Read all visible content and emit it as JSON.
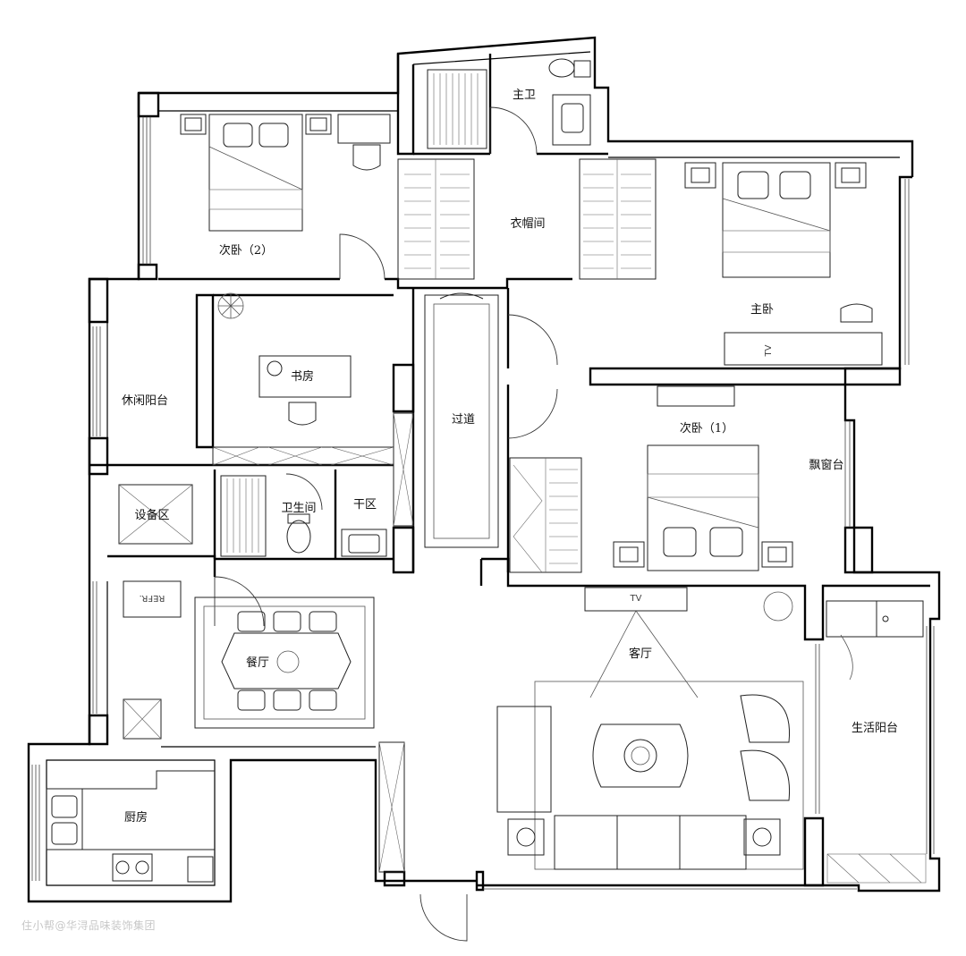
{
  "rooms": {
    "master_bath": "主卫",
    "secondary_bedroom_2": "次卧（2）",
    "cloakroom": "衣帽间",
    "master_bedroom": "主卧",
    "leisure_balcony": "休闲阳台",
    "study": "书房",
    "corridor": "过道",
    "secondary_bedroom_1": "次卧（1）",
    "bay_window": "飘窗台",
    "equipment_area": "设备区",
    "bathroom": "卫生间",
    "dry_area": "干区",
    "dining_room": "餐厅",
    "living_room": "客厅",
    "utility_balcony": "生活阳台",
    "kitchen": "厨房"
  },
  "fixtures": {
    "refrigerator": "REFR.",
    "tv": "TV"
  },
  "watermark": "住小帮@华浔品味装饰集团"
}
